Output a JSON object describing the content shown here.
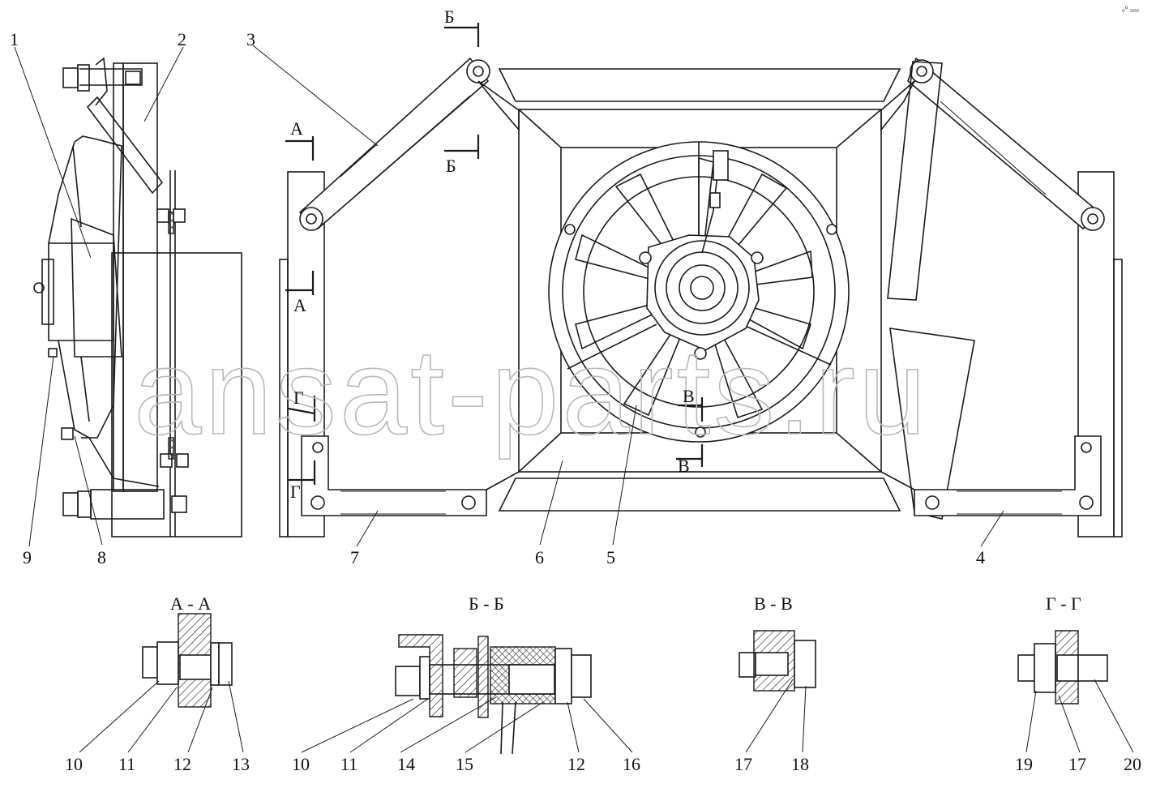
{
  "watermark": "ansat-parts.ru",
  "corner_mark": "₀⁰ ₃₀₀",
  "callouts": {
    "c1": "1",
    "c2": "2",
    "c3": "3",
    "c4": "4",
    "c5": "5",
    "c6": "6",
    "c7": "7",
    "c8": "8",
    "c9": "9"
  },
  "section_marks": {
    "a": "А",
    "b": "Б",
    "v": "В",
    "g": "Г"
  },
  "sections": [
    {
      "title": "А - А",
      "callouts": [
        "10",
        "11",
        "12",
        "13"
      ]
    },
    {
      "title": "Б - Б",
      "callouts": [
        "10",
        "11",
        "14",
        "15",
        "12",
        "16"
      ]
    },
    {
      "title": "В - В",
      "callouts": [
        "17",
        "18"
      ]
    },
    {
      "title": "Г - Г",
      "callouts": [
        "19",
        "17",
        "20"
      ]
    }
  ]
}
